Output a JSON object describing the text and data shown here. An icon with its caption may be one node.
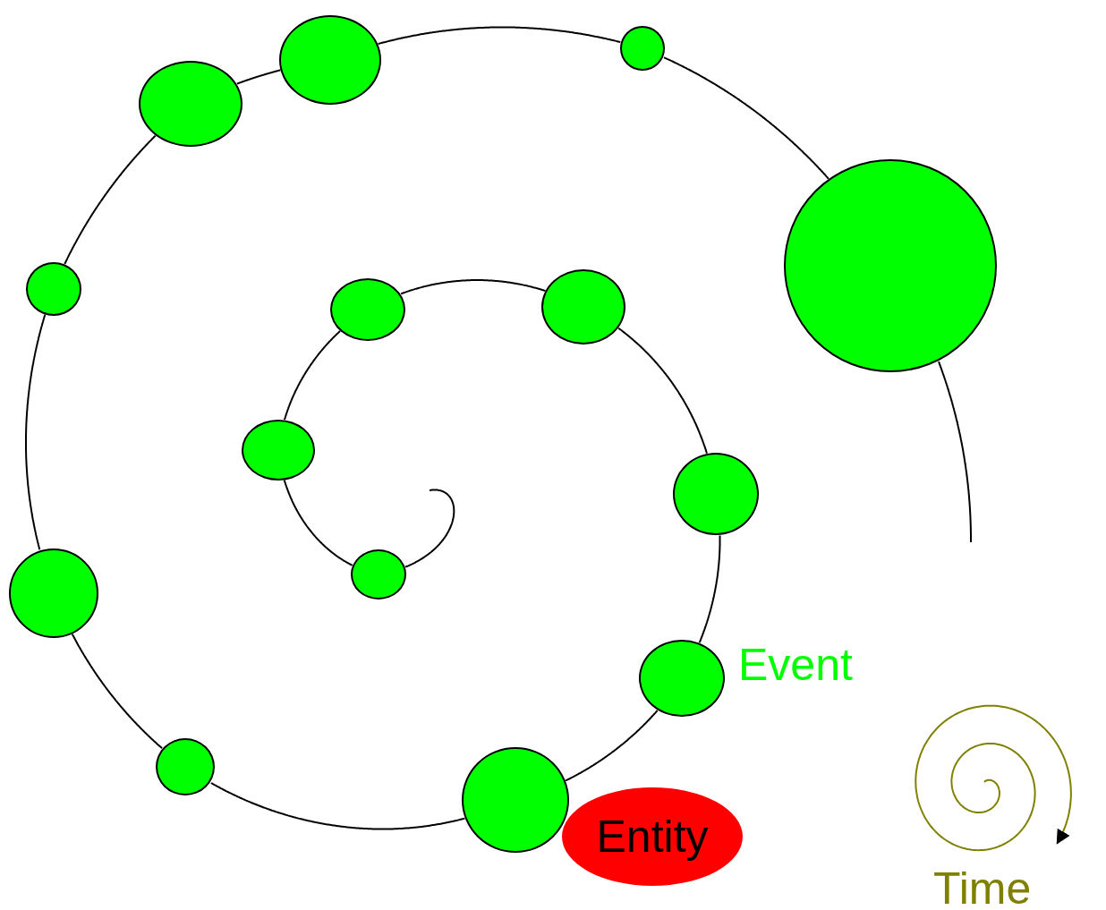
{
  "diagram": {
    "nodes": [
      {
        "text": [],
        "shape": "circle"
      },
      {
        "text": [],
        "shape": "circle"
      },
      {
        "text": [],
        "shape": "circle"
      },
      {
        "text": [],
        "shape": "circle"
      },
      {
        "text": [],
        "shape": "circle"
      },
      {
        "text": [],
        "shape": "circle",
        "beside": [
          "Event"
        ]
      },
      {
        "text": [],
        "shape": "circle"
      },
      {
        "text": [],
        "shape": "circle"
      },
      {
        "text": [],
        "shape": "circle"
      },
      {
        "text": [],
        "shape": "circle"
      },
      {
        "text": [],
        "shape": "circle"
      },
      {
        "text": [],
        "shape": "circle"
      },
      {
        "text": [],
        "shape": "circle"
      },
      {
        "text": [],
        "shape": "circle"
      },
      {
        "text": [
          "Entity"
        ]
      }
    ],
    "edges": [
      {
        "from": null,
        "to": 0,
        "arrow": "none"
      },
      {
        "from": 0,
        "to": 1,
        "arrow": "none"
      },
      {
        "from": 1,
        "to": 2,
        "arrow": "none"
      },
      {
        "from": 2,
        "to": 3,
        "arrow": "none"
      },
      {
        "from": 3,
        "to": 4,
        "arrow": "none"
      },
      {
        "from": 4,
        "to": 5,
        "arrow": "none"
      },
      {
        "from": 5,
        "to": 6,
        "arrow": "none"
      },
      {
        "from": 6,
        "to": 7,
        "arrow": "none"
      },
      {
        "from": 7,
        "to": 8,
        "arrow": "none"
      },
      {
        "from": 8,
        "to": 9,
        "arrow": "none"
      },
      {
        "from": 9,
        "to": 10,
        "arrow": "none"
      },
      {
        "from": 10,
        "to": 11,
        "arrow": "none"
      },
      {
        "from": 11,
        "to": 12,
        "arrow": "none"
      },
      {
        "from": 12,
        "to": 13,
        "arrow": "none"
      },
      {
        "from": 13,
        "to": null,
        "arrow": "none"
      }
    ],
    "labels": [
      "Time"
    ]
  }
}
